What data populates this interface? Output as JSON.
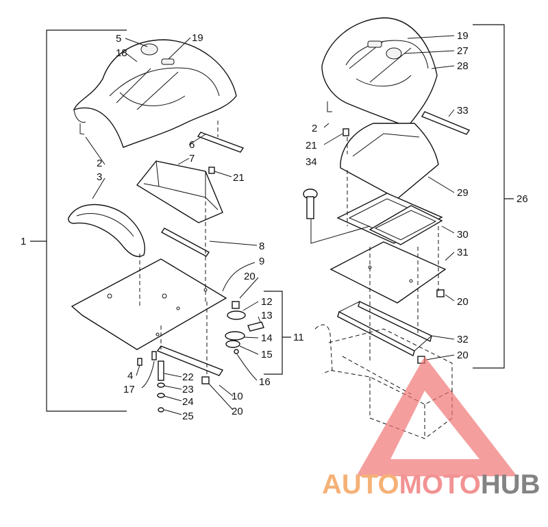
{
  "callouts_left": [
    "1",
    "2",
    "3",
    "4",
    "5",
    "6",
    "7",
    "8",
    "9",
    "10",
    "11",
    "12",
    "13",
    "14",
    "15",
    "16",
    "17",
    "18",
    "19",
    "20",
    "20",
    "21",
    "22",
    "23",
    "24",
    "25"
  ],
  "callouts_right": [
    "2",
    "19",
    "20",
    "20",
    "21",
    "26",
    "27",
    "28",
    "29",
    "30",
    "31",
    "32",
    "33",
    "34"
  ],
  "watermark": {
    "word_1": "AUTO",
    "word_2": "MOTO",
    "word_3": "HUB",
    "colors": {
      "auto": "#f4a460",
      "moto": "#f08080",
      "hub": "#6e6e6e",
      "triangle": "#f07070"
    }
  }
}
